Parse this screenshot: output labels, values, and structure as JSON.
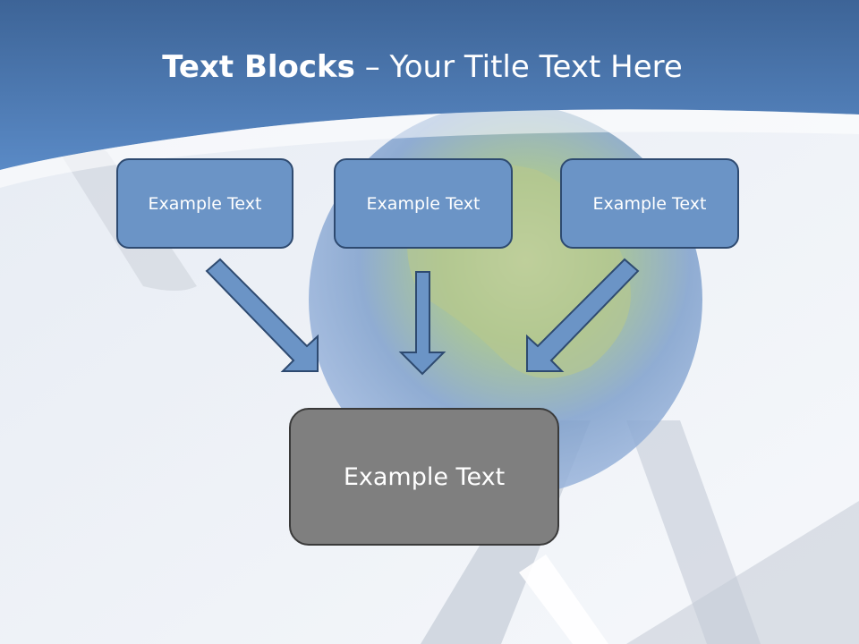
{
  "title": {
    "bold": "Text Blocks",
    "rest": " – Your Title Text Here"
  },
  "blocks": [
    {
      "label": "Example Text"
    },
    {
      "label": "Example Text"
    },
    {
      "label": "Example Text"
    }
  ],
  "main_block": {
    "label": "Example Text"
  },
  "colors": {
    "header": "#4a7ab7",
    "box_fill": "#6b94c6",
    "box_border": "#2e4a70",
    "main_fill": "#7f7f7f",
    "arrow_fill": "#6b94c6"
  }
}
